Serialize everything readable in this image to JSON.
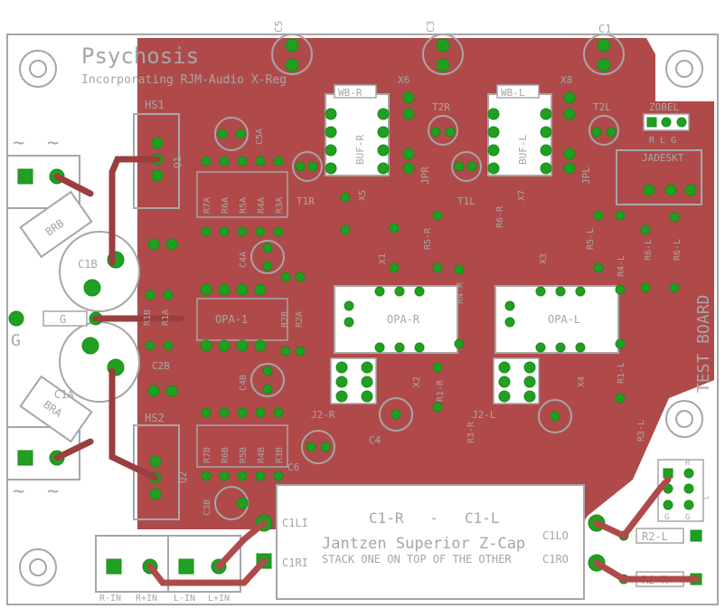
{
  "board": {
    "title": "Psychosis",
    "subtitle": "Incorporating RJM-Audio X-Reg",
    "test_board": "TEST BOARD",
    "zcap_title": "Jantzen Superior Z-Cap",
    "zcap_note": "STACK ONE ON TOP OF THE OTHER",
    "c1_label": "C1-R   -   C1-L",
    "colors": {
      "copper": "#b04a4a",
      "pad": "#20a020",
      "silk": "#a6a6a6"
    }
  },
  "labels": {
    "c5": "C5",
    "c3": "C3",
    "c1": "C1",
    "x6": "X6",
    "x8": "X8",
    "x5": "X5",
    "x7": "X7",
    "wb_r": "WB-R",
    "wb_l": "WB-L",
    "buf_r": "BUF-R",
    "buf_l": "BUF-L",
    "t2r": "T2R",
    "t2l": "T2L",
    "t1r": "T1R",
    "t1l": "T1L",
    "jpr": "JPR",
    "jpl": "JPL",
    "zobel": "ZOBEL",
    "zobel_sub": "R L G",
    "jadeskt": "JADESKT",
    "hs1": "HS1",
    "hs2": "HS2",
    "q1": "Q1",
    "q2": "Q2",
    "c5a": "C5A",
    "c1b": "C1B",
    "c1a": "C1A",
    "c2b": "C2B",
    "c3b": "C3B",
    "c4a": "C4A",
    "c4b": "C4B",
    "c6": "C6",
    "c4": "C4",
    "brb": "BRB",
    "bra": "BRA",
    "g": "G",
    "g_pad": "G",
    "r7a": "R7A",
    "r6a": "R6A",
    "r5a": "R5A",
    "r4a": "R4A",
    "r3a": "R3A",
    "r7b": "R7B",
    "r6b": "R6B",
    "r5b": "R5B",
    "r4b": "R4B",
    "r3b": "R3B",
    "r2b": "R2B",
    "r2a": "R2A",
    "r1b": "R1B",
    "r1a": "R1A",
    "opa1": "OPA-1",
    "opa_r": "OPA-R",
    "opa_l": "OPA-L",
    "r5r": "R5-R",
    "r4r": "R4-R",
    "r3r": "R3-R",
    "r1r": "R1-R",
    "r5l": "R5-L",
    "r4l": "R4-L",
    "r3l": "R3-L",
    "r1l": "R1-L",
    "r6r": "R6-R",
    "r6l": "R6-L",
    "x1": "X1",
    "x2": "X2",
    "x3": "X3",
    "x4": "X4",
    "j2r": "J2-R",
    "j2l": "J2-L",
    "c1li": "C1LI",
    "c1ri": "C1RI",
    "c1lo": "C1LO",
    "c1ro": "C1RO",
    "r2l": "R2-L",
    "r2r": "R2-R",
    "in_r_minus": "R-IN",
    "in_r_plus": "R+IN",
    "in_l_minus": "L-IN",
    "in_l_plus": "L+IN",
    "out_r": "R",
    "out_g1": "G",
    "out_g2": "G",
    "out_l": "L"
  }
}
